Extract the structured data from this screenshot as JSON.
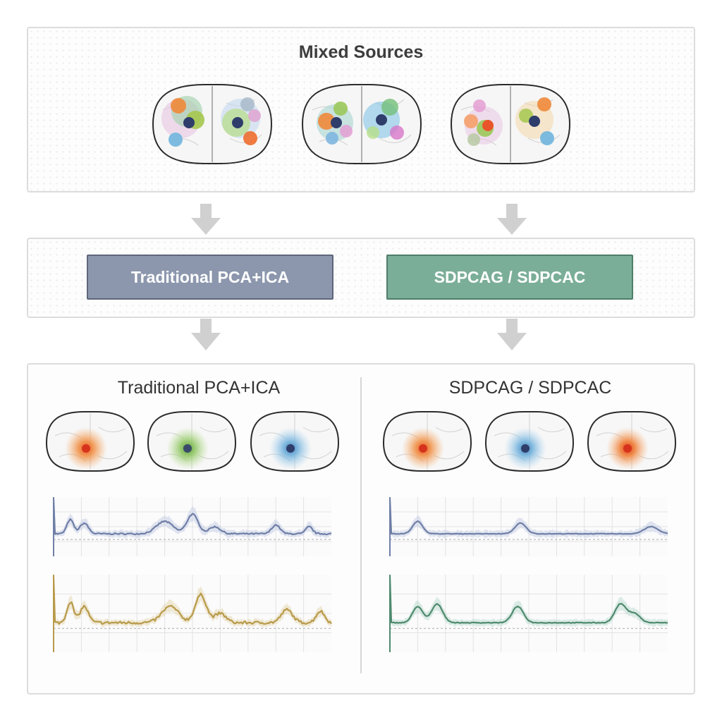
{
  "top_panel": {
    "title": "Mixed Sources"
  },
  "methods": {
    "traditional": "Traditional PCA+ICA",
    "sdpca": "SDPCAG / SDPCAC"
  },
  "results": {
    "left_title": "Traditional PCA+ICA",
    "right_title": "SDPCAG / SDPCAC"
  },
  "colors": {
    "traditional_box": "#8c97ad",
    "sdpca_box": "#7bae98",
    "trace_blue": "#6f7fa6",
    "trace_gold": "#b89a4a",
    "trace_green": "#4f8a6e",
    "arrow": "#d0d0d0"
  },
  "brain_spots": {
    "left": [
      "orange",
      "green",
      "blue"
    ],
    "right": [
      "orange",
      "blue",
      "orange"
    ]
  }
}
